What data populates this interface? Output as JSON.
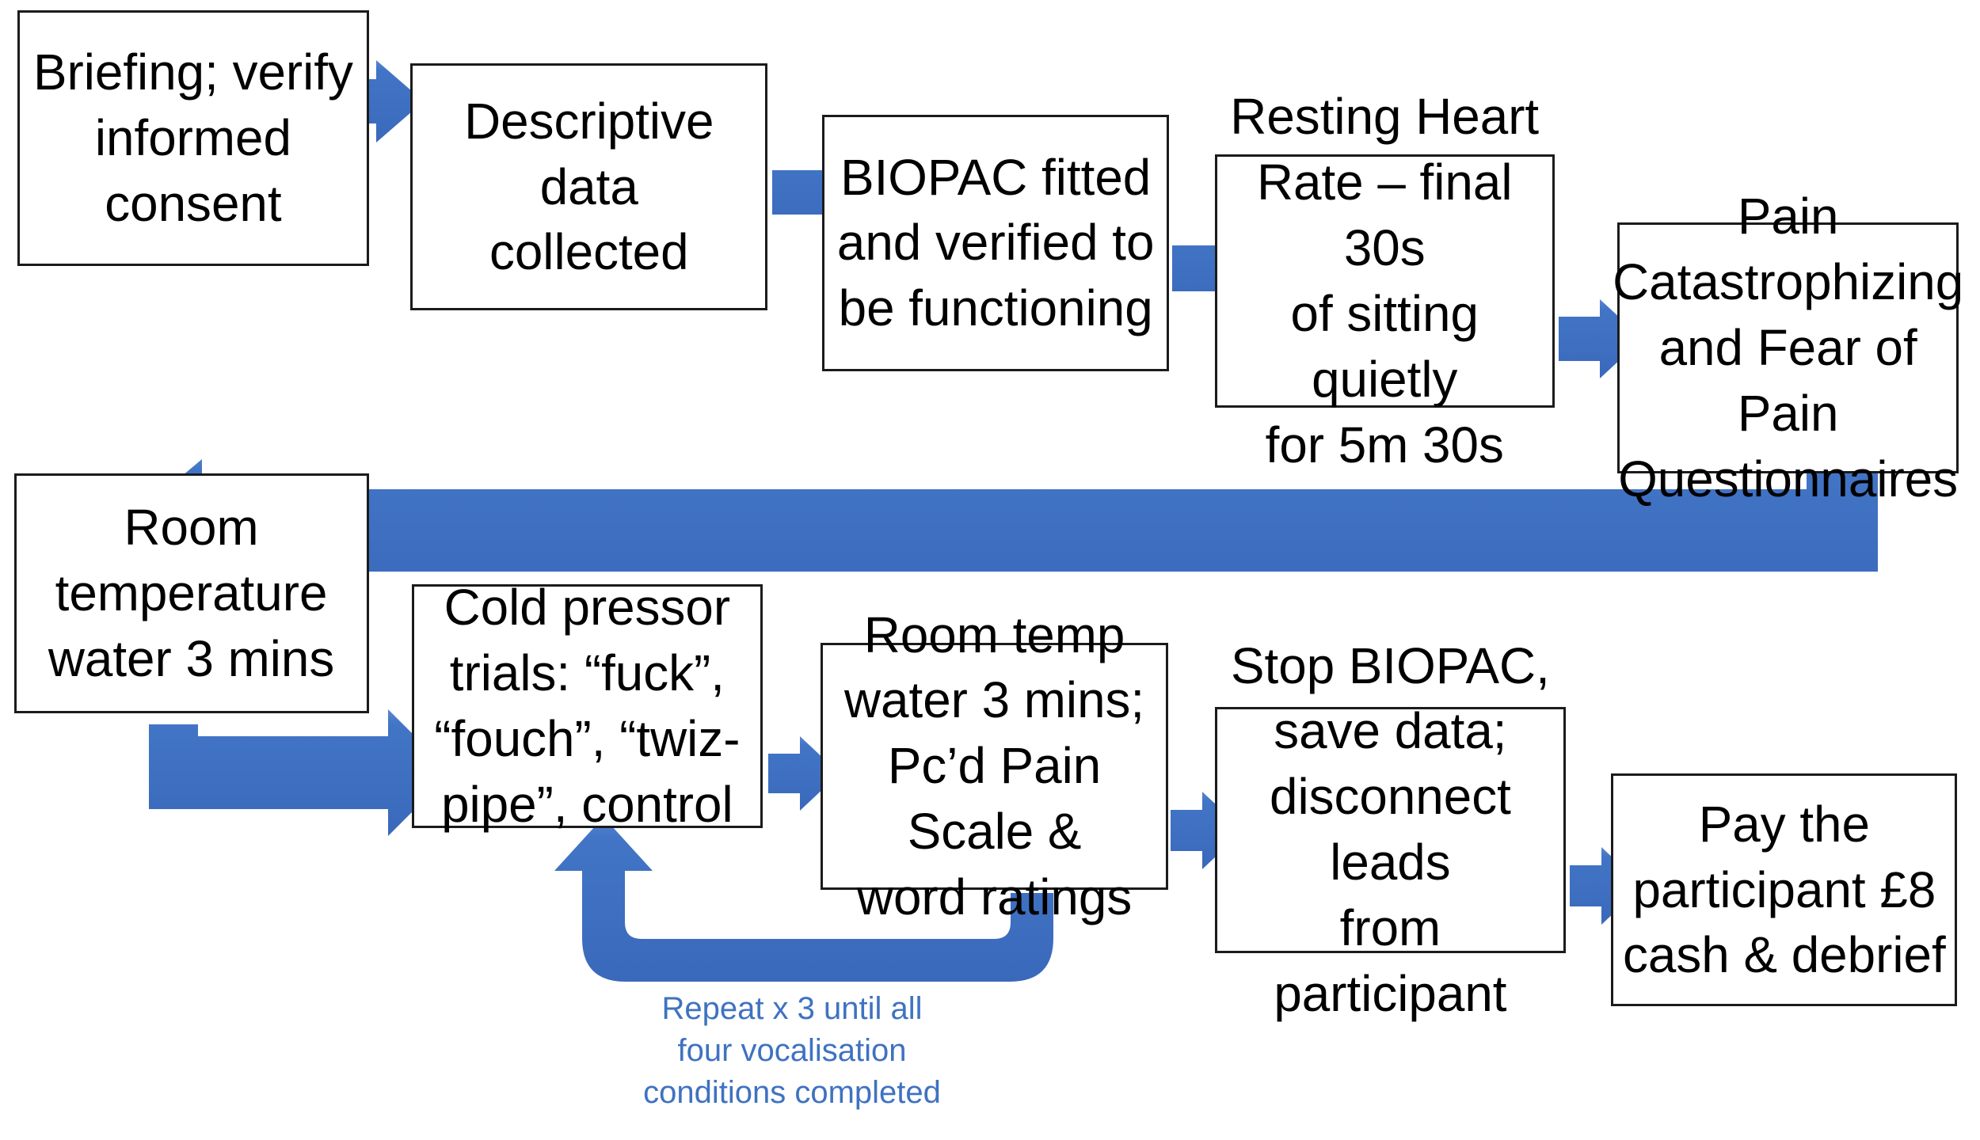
{
  "diagram": {
    "title": "Experimental procedure flowchart",
    "accent_blue": "#3f72c1",
    "box_border_color": "#1b1b1b",
    "background": "#ffffff",
    "text_color": "#000000"
  },
  "boxes": {
    "briefing": "Briefing; verify\ninformed\nconsent",
    "descriptive": "Descriptive data\ncollected",
    "biopac": "BIOPAC fitted\nand verified to\nbe functioning",
    "resting_hr": "Resting Heart\nRate – final 30s\nof sitting quietly\nfor 5m 30s",
    "questionnaires": "Pain\nCatastrophizing\nand Fear of Pain\nQuestionnaires",
    "room_temp_water": "Room\ntemperature\nwater 3 mins",
    "cold_pressor": "Cold pressor\ntrials: “fuck”,\n“fouch”, “twiz-\npipe”,  control",
    "room_temp_ratings": "Room temp\nwater 3 mins;\nPc’d Pain Scale &\nword ratings",
    "stop_biopac": "Stop BIOPAC,\nsave data;\ndisconnect leads\nfrom participant",
    "pay": "Pay the\nparticipant £8\ncash & debrief"
  },
  "annotations": {
    "loop_caption": "Repeat x 3 until all\nfour vocalisation\nconditions completed"
  },
  "arrows": {
    "briefing_to_descriptive": "right-arrow",
    "descriptive_to_biopac": "right-arrow",
    "biopac_to_resting": "right-arrow",
    "resting_to_questionnaires": "right-arrow",
    "questionnaires_to_room_temp": "elbow-left-return-arrow",
    "room_temp_to_cold_pressor": "elbow-down-right-arrow",
    "cold_pressor_to_ratings": "right-arrow",
    "ratings_to_stop_biopac": "right-arrow",
    "stop_biopac_to_pay": "right-arrow",
    "ratings_back_to_cold_pressor": "u-turn-loop-arrow"
  }
}
